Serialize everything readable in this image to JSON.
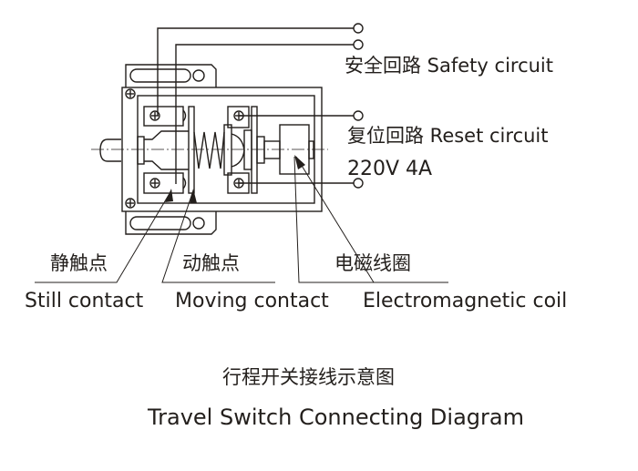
{
  "labels": {
    "safety_circuit": "安全回路 Safety circuit",
    "reset_circuit": "复位回路 Reset circuit",
    "rating": "220V 4A",
    "still_contact_cn": "静触点",
    "still_contact_en": "Still contact",
    "moving_contact_cn": "动触点",
    "moving_contact_en": "Moving contact",
    "coil_cn": "电磁线圈",
    "coil_en": "Electromagnetic coil"
  },
  "title": {
    "cn": "行程开关接线示意图",
    "en": "Travel Switch Connecting Diagram"
  }
}
